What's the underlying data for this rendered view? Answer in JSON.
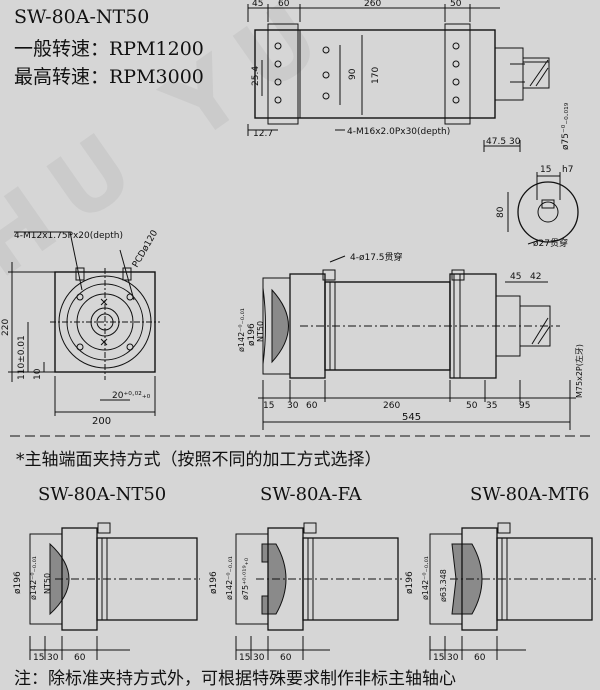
{
  "titles": {
    "model": "SW-80A-NT50",
    "normal_speed": "一般转速：RPM1200",
    "max_speed": "最高转速：RPM3000"
  },
  "watermark": "HU YU",
  "section_title": "*主轴端面夹持方式（按照不同的加工方式选择）",
  "variants": [
    "SW-80A-NT50",
    "SW-80A-FA",
    "SW-80A-MT6"
  ],
  "note": "注：除标准夹持方式外，可根据特殊要求制作非标主轴轴心",
  "top_view": {
    "dim_45": "45",
    "dim_60": "60",
    "dim_260": "260",
    "dim_50": "50",
    "dim_25_4": "25.4",
    "dim_90": "90",
    "dim_170": "170",
    "dim_12_7": "12.7",
    "dim_47_5": "47.5",
    "dim_30": "30",
    "thread_label": "4-M16x2.0Px30(depth)",
    "shaft_dia": "ø75⁻⁰₋₀.₀₁₉"
  },
  "key_detail": {
    "dim_15": "15",
    "fit_h7": "h7",
    "dim_80": "80",
    "bore": "ø27贯穿"
  },
  "end_view": {
    "thread_label": "4-M12x1.75Px20(depth)",
    "pcd": "PCDø120",
    "dim_220": "220",
    "dim_110": "110±0.01",
    "dim_10": "10",
    "dim_20": "20⁺⁰·⁰²₊₀",
    "dim_200": "200"
  },
  "side_view": {
    "holes": "4-ø17.5贯穿",
    "dia_196": "ø196",
    "dia_142": "ø142⁻⁰₋₀.₀₁",
    "nt50": "NT50",
    "dim_45": "45",
    "dim_42": "42",
    "d15": "15",
    "d30": "30",
    "d60": "60",
    "d260": "260",
    "d50": "50",
    "d35": "35",
    "d95": "95",
    "total": "545",
    "thread": "M75x2P(左牙)"
  },
  "mini": {
    "d196": "ø196",
    "d142": "ø142⁻⁰₋₀.₀₁",
    "nt50": "NT50",
    "fa75": "ø75⁺⁰·⁰¹⁹₊₀",
    "mt6": "ø63.348",
    "d15": "15",
    "d30": "30",
    "d60": "60"
  }
}
